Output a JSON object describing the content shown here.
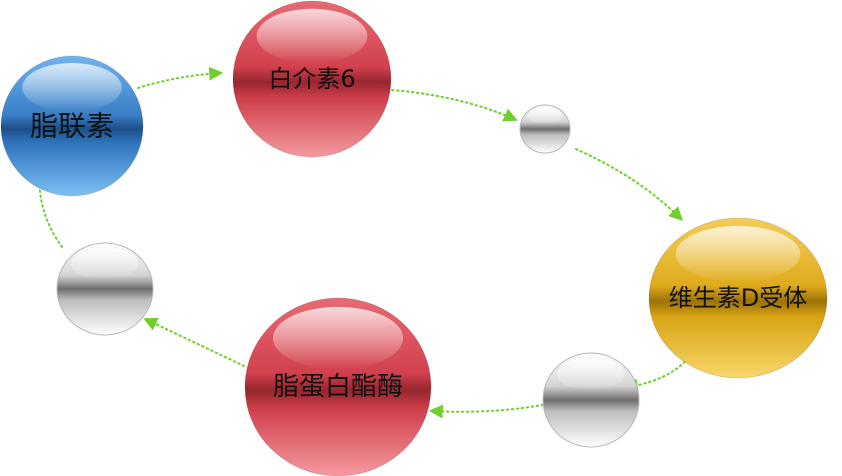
{
  "diagram": {
    "connector_color": "#6fcf2e",
    "nodes": [
      {
        "id": "adiponectin",
        "label": "脂联素",
        "color": "blue"
      },
      {
        "id": "il6",
        "label": "白介素6",
        "color": "red"
      },
      {
        "id": "gray1",
        "label": "",
        "color": "gray"
      },
      {
        "id": "vdr",
        "label": "维生素D受体",
        "color": "gold"
      },
      {
        "id": "gray2",
        "label": "",
        "color": "gray"
      },
      {
        "id": "lipase",
        "label": "脂蛋白酯酶",
        "color": "red"
      },
      {
        "id": "gray3",
        "label": "",
        "color": "gray"
      }
    ]
  }
}
